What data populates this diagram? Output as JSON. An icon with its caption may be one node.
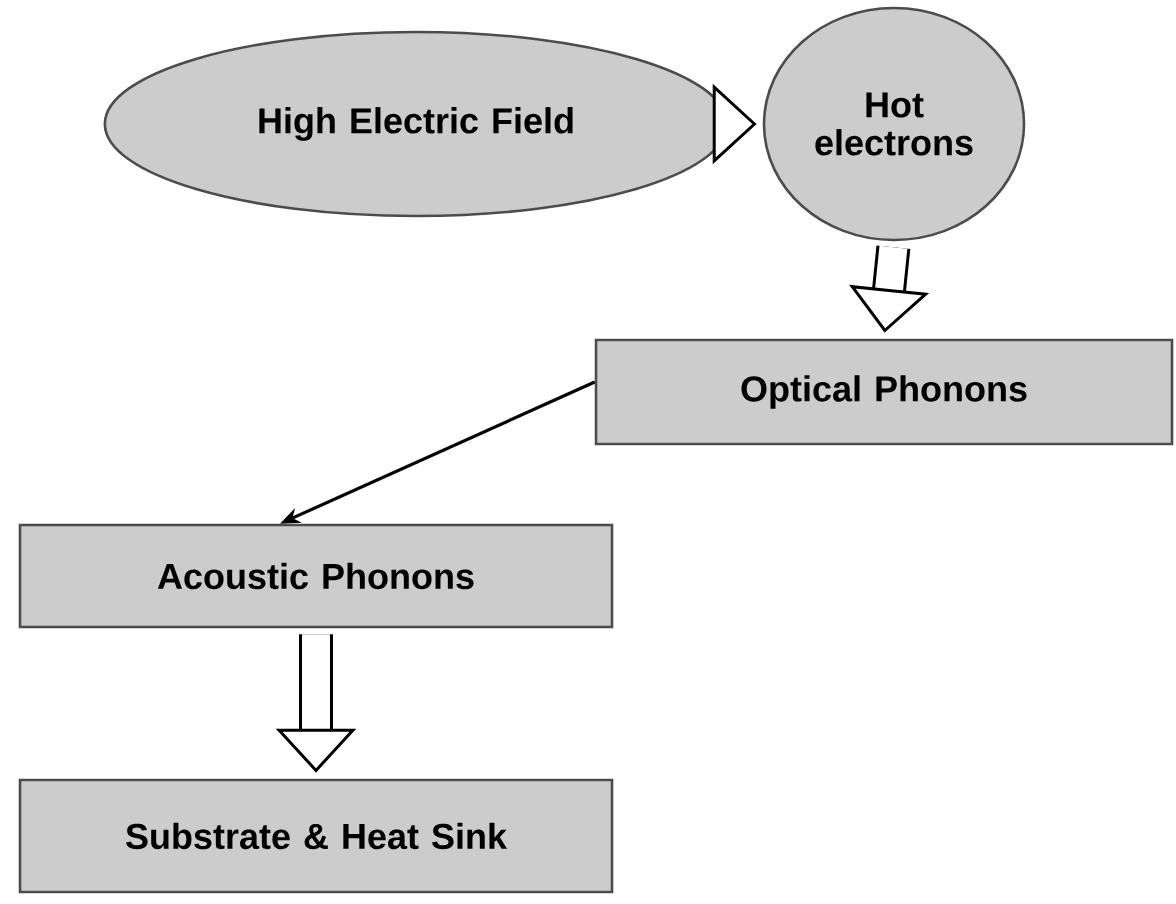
{
  "diagram": {
    "nodes": [
      {
        "text": [
          "High Electric Field"
        ]
      },
      {
        "text": [
          "Hot electrons"
        ]
      },
      {
        "text": [
          "Optical Phonons"
        ]
      },
      {
        "text": [
          "Acoustic Phonons"
        ]
      },
      {
        "text": [
          "Substrate & Heat Sink"
        ]
      }
    ],
    "edges": [
      {
        "from": 0,
        "to": 1,
        "arrow": "to"
      },
      {
        "from": 1,
        "to": 2,
        "arrow": "to"
      },
      {
        "from": 2,
        "to": 3,
        "arrow": "to"
      },
      {
        "from": 3,
        "to": 4,
        "arrow": "to"
      }
    ]
  }
}
